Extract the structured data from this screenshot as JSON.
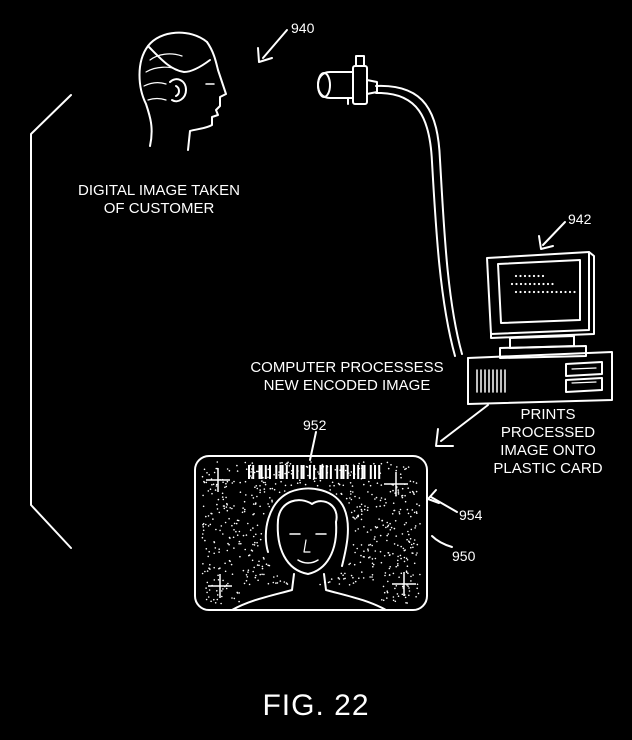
{
  "labels": {
    "digital_image_line1": "DIGITAL IMAGE TAKEN",
    "digital_image_line2": "OF CUSTOMER",
    "computer_line1": "COMPUTER PROCESSESS",
    "computer_line2": "NEW ENCODED IMAGE",
    "prints_line1": "PRINTS",
    "prints_line2": "PROCESSED",
    "prints_line3": "IMAGE ONTO",
    "prints_line4": "PLASTIC CARD"
  },
  "refs": {
    "customer": "940",
    "computer": "942",
    "barcode": "952",
    "watermark": "954",
    "card": "950"
  },
  "figure_caption": "FIG. 22",
  "colors": {
    "background": "#000000",
    "ink": "#ffffff"
  }
}
